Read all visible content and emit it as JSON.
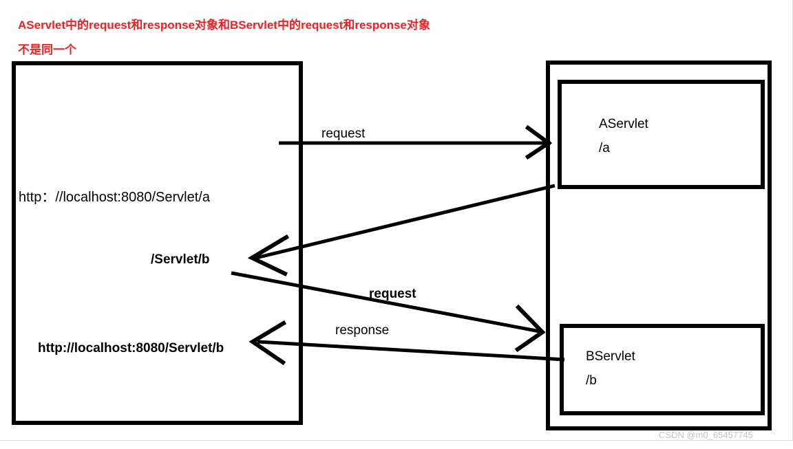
{
  "title": {
    "line1": "AServlet中的request和response对象和BServlet中的request和response对象",
    "line2": "不是同一个",
    "color": "#ec2125"
  },
  "diagram": {
    "type": "flow-diagram",
    "browser_box": {
      "name": "browser-client-box",
      "labels": {
        "url_a": "http：//localhost:8080/Servlet/a",
        "forward_path": "/Servlet/b",
        "url_b": "http://localhost:8080/Servlet/b"
      }
    },
    "server_box": {
      "name": "server-container-box",
      "servlets": [
        {
          "name": "AServlet",
          "path": "/a"
        },
        {
          "name": "BServlet",
          "path": "/b"
        }
      ]
    },
    "arrows": [
      {
        "id": "request-top",
        "label": "request",
        "bold": false,
        "direction": "right",
        "from": "browser",
        "to": "AServlet"
      },
      {
        "id": "forward-back",
        "label": "",
        "bold": false,
        "direction": "left",
        "from": "AServlet",
        "to": "browser"
      },
      {
        "id": "request-mid",
        "label": "request",
        "bold": true,
        "direction": "right",
        "from": "browser",
        "to": "BServlet"
      },
      {
        "id": "response-bottom",
        "label": "response",
        "bold": false,
        "direction": "left",
        "from": "BServlet",
        "to": "browser"
      }
    ],
    "stroke_color": "#000000"
  },
  "watermark": "CSDN @m0_65457745"
}
